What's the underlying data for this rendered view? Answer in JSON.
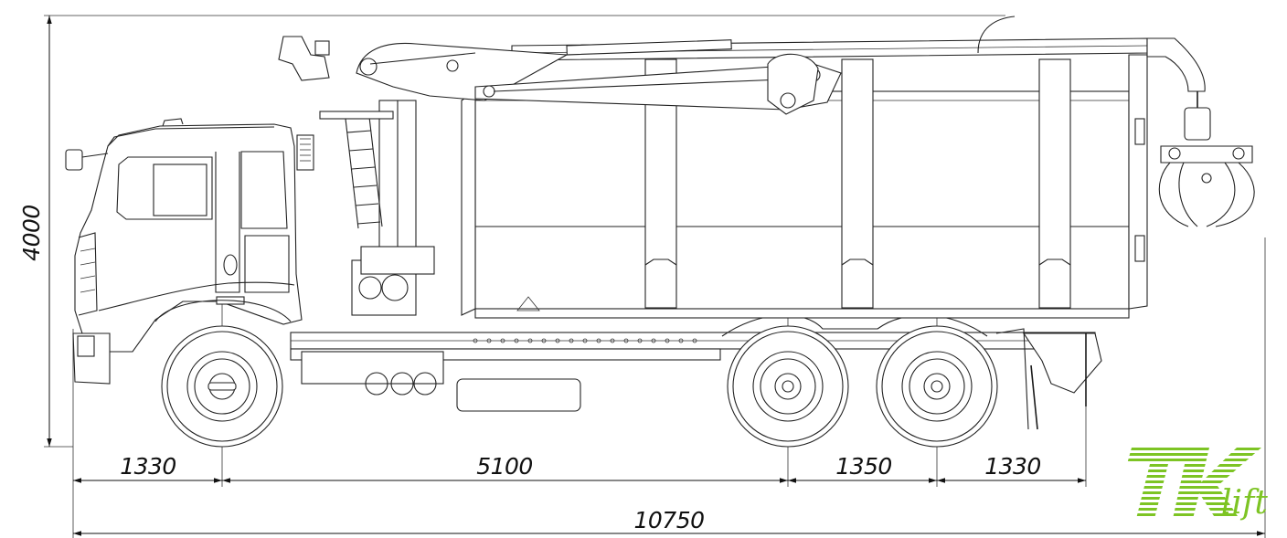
{
  "dimensions": {
    "height": "4000",
    "front_overhang": "1330",
    "wheelbase": "5100",
    "axle_spacing": "1350",
    "rear_overhang": "1330",
    "total_length": "10750"
  },
  "logo": {
    "main": "TK",
    "sub": "lift",
    "colors": {
      "green": "#7dc424",
      "light_green": "#a8d94a"
    }
  }
}
